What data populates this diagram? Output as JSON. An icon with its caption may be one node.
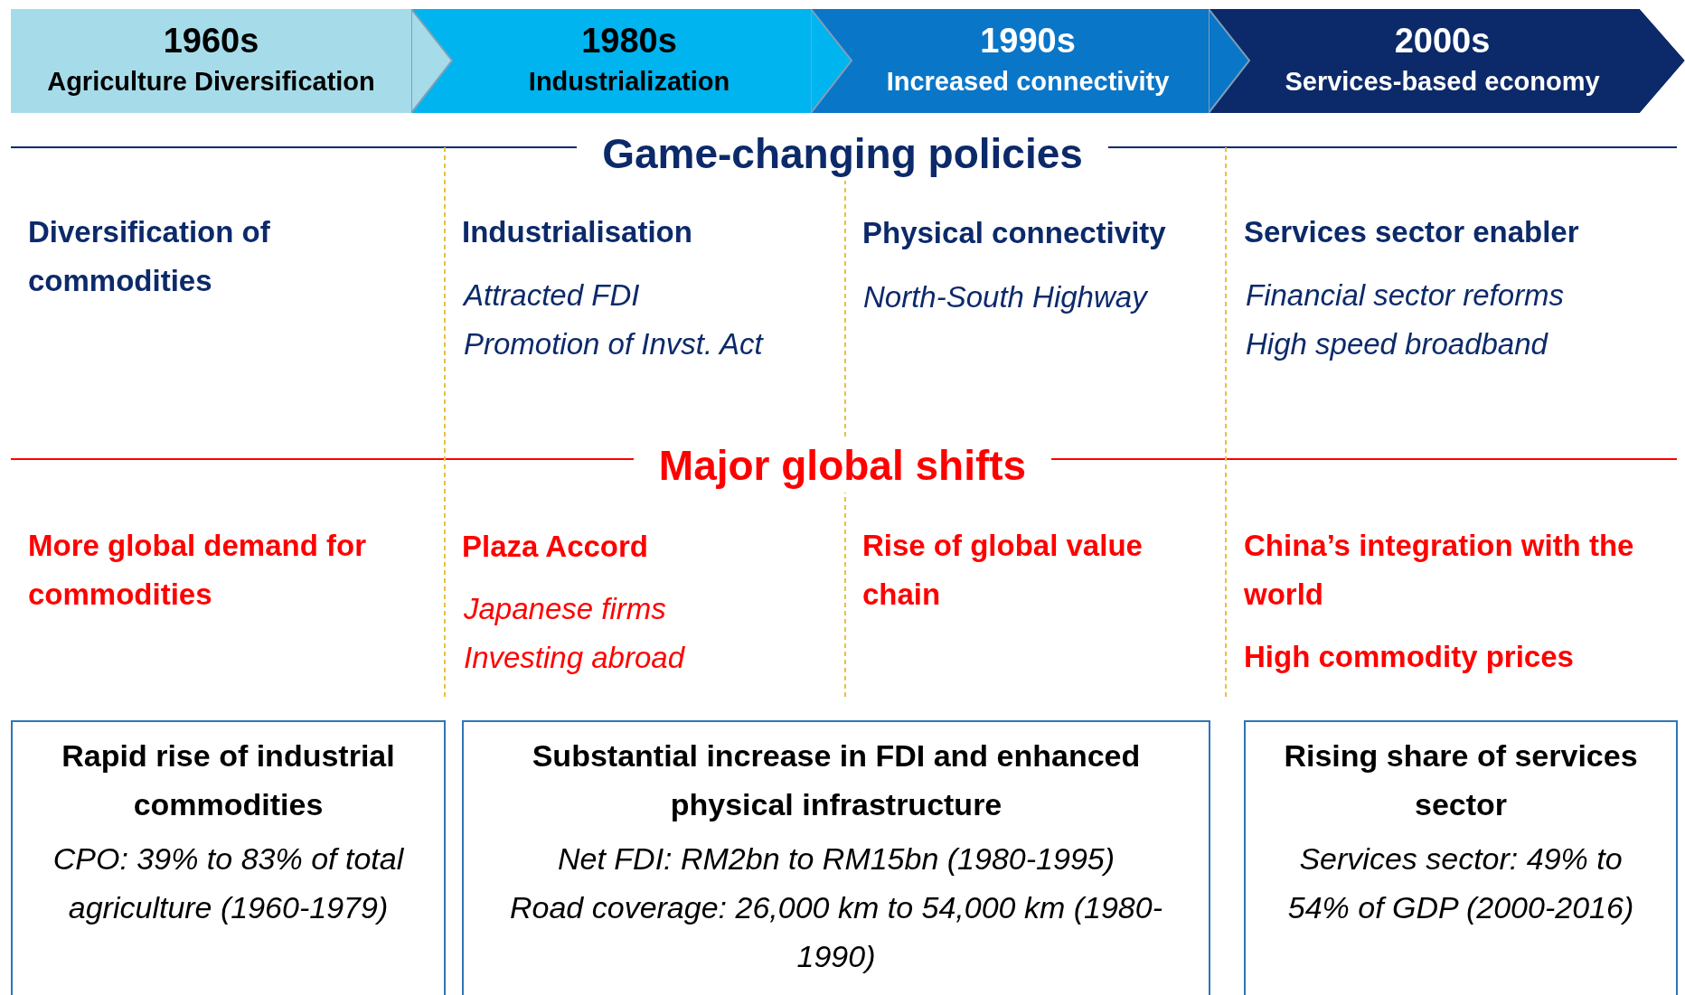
{
  "diagram": {
    "nodes": [
      {
        "text": [
          "1960s",
          "Agriculture Diversification"
        ]
      },
      {
        "text": [
          "1980s",
          "Industrialization"
        ]
      },
      {
        "text": [
          "1990s",
          "Increased connectivity"
        ]
      },
      {
        "text": [
          "2000s",
          "Services-based economy"
        ]
      },
      {
        "text": [
          "Rapid rise of industrial commodities",
          "CPO: 39% to 83% of total agriculture (1960-1979)"
        ]
      },
      {
        "text": [
          "Substantial increase in FDI and enhanced physical infrastructure",
          "Net FDI: RM2bn to RM15bn (1980-1995)",
          "Road coverage: 26,000 km to 54,000 km (1980-1990)"
        ]
      },
      {
        "text": [
          "Rising share of services sector",
          "Services sector: 49% to 54% of GDP (2000-2016)"
        ]
      }
    ],
    "labels": [
      "Game-changing policies",
      "Diversification of commodities",
      "Industrialisation",
      "Attracted FDI",
      "Promotion of Invst. Act",
      "Physical connectivity",
      "North-South Highway",
      "Services sector enabler",
      "Financial sector reforms",
      "High speed broadband",
      "Major global shifts",
      "More global demand for commodities",
      "Plaza Accord",
      "Japanese firms",
      "Investing abroad",
      "Rise of global value chain",
      "China’s integration with the world",
      "High commodity prices"
    ]
  }
}
